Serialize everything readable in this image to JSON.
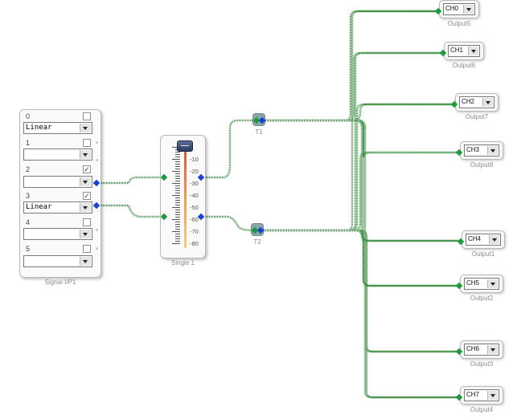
{
  "signal_node": {
    "caption": "Signal I/P1",
    "rows": [
      {
        "num": "0",
        "checked": false,
        "select": "Linear"
      },
      {
        "num": "1",
        "checked": false,
        "select": ""
      },
      {
        "num": "2",
        "checked": true,
        "select": ""
      },
      {
        "num": "3",
        "checked": true,
        "select": "Linear"
      },
      {
        "num": "4",
        "checked": false,
        "select": ""
      },
      {
        "num": "5",
        "checked": false,
        "select": ""
      }
    ]
  },
  "meter_node": {
    "caption": "Single 1",
    "scale_labels": [
      "0",
      "-10",
      "-20",
      "-30",
      "-40",
      "-50",
      "-60",
      "-70",
      "-80"
    ],
    "fader_level": 0
  },
  "junctions": [
    {
      "caption": "T1"
    },
    {
      "caption": "T2"
    }
  ],
  "outputs": [
    {
      "channel": "CH0",
      "caption": "Output5"
    },
    {
      "channel": "CH1",
      "caption": "Output6"
    },
    {
      "channel": "CH2",
      "caption": "Output7"
    },
    {
      "channel": "CH3",
      "caption": "Output8"
    },
    {
      "channel": "CH4",
      "caption": "Output1"
    },
    {
      "channel": "CH5",
      "caption": "Output2"
    },
    {
      "channel": "CH6",
      "caption": "Output3"
    },
    {
      "channel": "CH7",
      "caption": "Output4"
    }
  ],
  "colors": {
    "wire": "#2f8f3a",
    "port_in": "#1a9c3a",
    "port_out": "#1840d8"
  }
}
